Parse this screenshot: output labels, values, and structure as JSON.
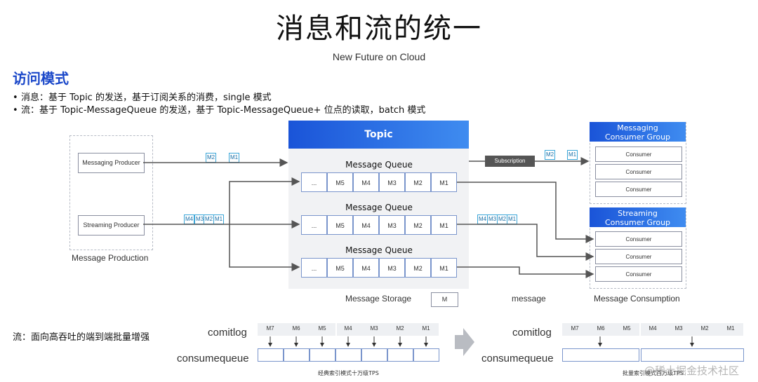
{
  "title": "消息和流的统一",
  "subtitle": "New Future on Cloud",
  "section_title": "访问模式",
  "bullets": [
    "消息：基于 Topic 的发送，基于订阅关系的消费，single 模式",
    "流：基于 Topic-MessageQueue 的发送，基于 Topic-MessageQueue+ 位点的读取，batch 模式"
  ],
  "production": {
    "messaging_producer": "Messaging Producer",
    "streaming_producer": "Streaming Producer",
    "caption": "Message Production",
    "messaging_tags": [
      "M2",
      "M1"
    ],
    "streaming_tags": [
      "M4",
      "M3",
      "M2",
      "M1"
    ]
  },
  "topic": {
    "header": "Topic",
    "queue_label": "Message Queue",
    "queue_cells": [
      "...",
      "M5",
      "M4",
      "M3",
      "M2",
      "M1"
    ],
    "caption": "Message Storage",
    "storage_marker": "M"
  },
  "transport": {
    "subscription": "Subscription",
    "subscription_tags": [
      "M2",
      "M1"
    ],
    "stream_tags": [
      "M4",
      "M3",
      "M2",
      "M1"
    ],
    "caption": "message"
  },
  "consumption": {
    "messaging_group": "Messaging\nConsumer Group",
    "messaging_group_line1": "Messaging",
    "messaging_group_line2": "Consumer Group",
    "streaming_group_line1": "Streaming",
    "streaming_group_line2": "Consumer Group",
    "consumer_label": "Consumer",
    "caption": "Message Consumption"
  },
  "stream_enhance": {
    "heading": "流：面向高吞吐的端到端批量增强",
    "commitlog_label": "comitlog",
    "consumequeue_label": "consumequeue",
    "log_entries": [
      "M7",
      "M6",
      "M5",
      "M4",
      "M3",
      "M2",
      "M1"
    ],
    "left_caption": "经典索引模式十万级TPS",
    "right_caption": "批量索引模式百万级TPS"
  },
  "watermark": "@稀土掘金技术社区",
  "colors": {
    "accent": "#1a47c9",
    "topic_gradient_start": "#1a54d8",
    "topic_gradient_end": "#3f8cf0",
    "arrow": "#555555",
    "tag_border": "#3aa6d8"
  }
}
